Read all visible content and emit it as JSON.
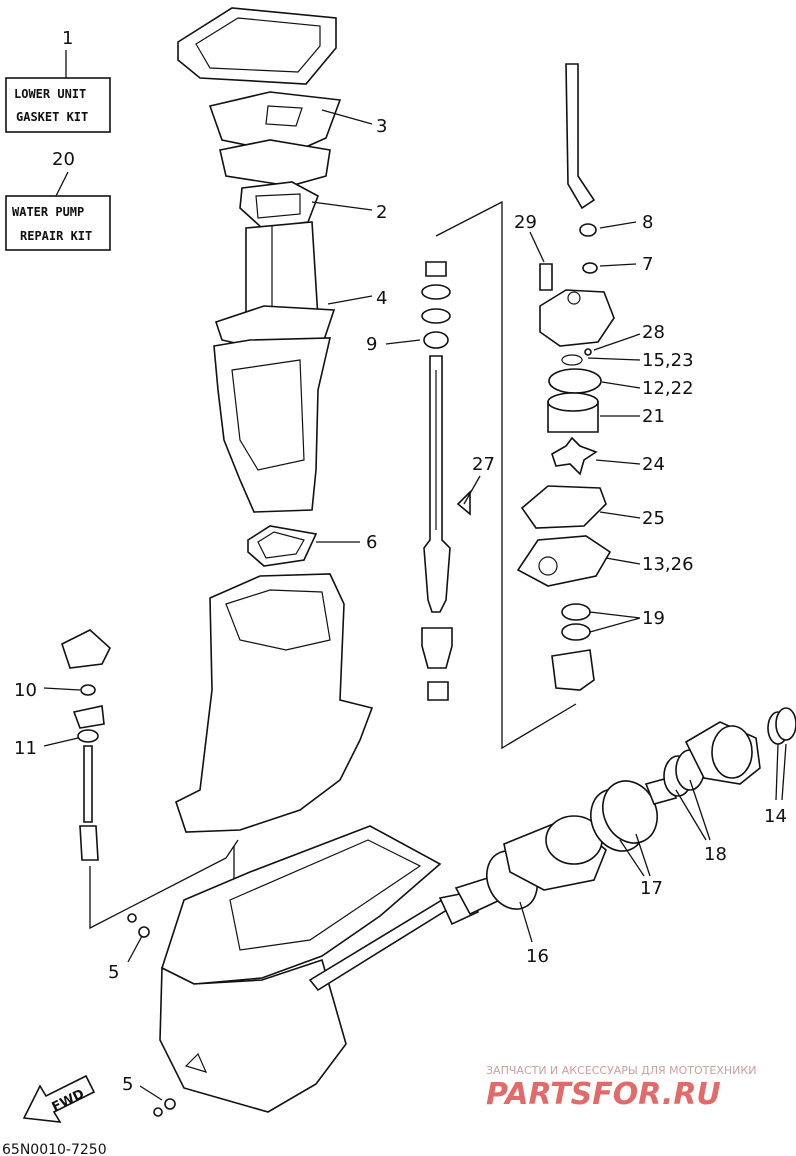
{
  "kits": [
    {
      "number": "1",
      "line1": "LOWER UNIT",
      "line2": "GASKET KIT"
    },
    {
      "number": "20",
      "line1": "WATER PUMP",
      "line2": "REPAIR KIT"
    }
  ],
  "callouts": {
    "c3": "3",
    "c2": "2",
    "c4": "4",
    "c6": "6",
    "c9": "9",
    "c29": "29",
    "c8": "8",
    "c7": "7",
    "c28": "28",
    "c15_23": "15,23",
    "c12_22": "12,22",
    "c21": "21",
    "c24": "24",
    "c27": "27",
    "c25": "25",
    "c13_26": "13,26",
    "c19": "19",
    "c10": "10",
    "c11": "11",
    "c14": "14",
    "c18": "18",
    "c17": "17",
    "c16": "16",
    "c5a": "5",
    "c5b": "5"
  },
  "fwd_label": "FWD",
  "diagram_code": "65N0010-7250",
  "watermark": {
    "top": "ЗАПЧАСТИ И АКСЕССУАРЫ ДЛЯ МОТОТЕХНИКИ",
    "brand": "PARTSFOR.RU"
  }
}
